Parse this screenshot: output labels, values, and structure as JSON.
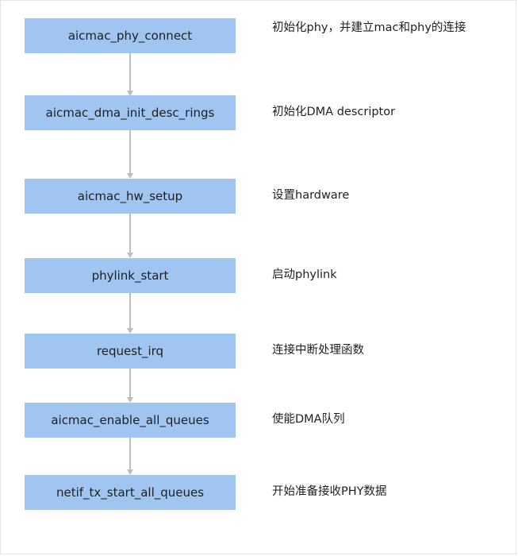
{
  "steps": [
    {
      "label": "aicmac_phy_connect",
      "desc": "初始化phy，并建立mac和phy的连接"
    },
    {
      "label": "aicmac_dma_init_desc_rings",
      "desc": "初始化DMA descriptor"
    },
    {
      "label": "aicmac_hw_setup",
      "desc": "设置hardware"
    },
    {
      "label": "phylink_start",
      "desc": "启动phylink"
    },
    {
      "label": "request_irq",
      "desc": "连接中断处理函数"
    },
    {
      "label": "aicmac_enable_all_queues",
      "desc": "使能DMA队列"
    },
    {
      "label": "netif_tx_start_all_queues",
      "desc": "开始准备接收PHY数据"
    }
  ],
  "colors": {
    "box_fill": "#9fc5f0",
    "connector": "#bdbdbd",
    "text": "#1f1f1f"
  }
}
